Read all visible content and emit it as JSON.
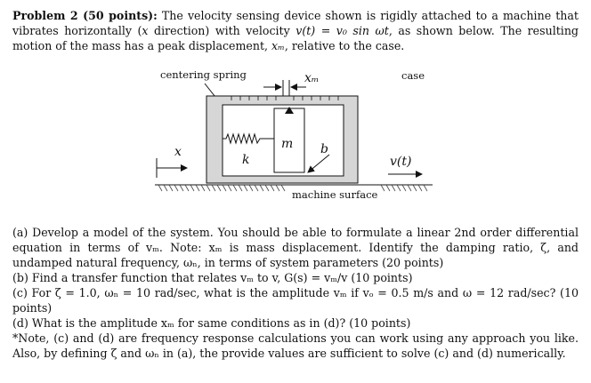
{
  "problem": {
    "heading": "Problem 2 (50 points):",
    "statement_a": " The velocity sensing device shown is rigidly attached to a machine that vibrates horizontally (",
    "x_var": "x",
    "statement_b": " direction) with velocity ",
    "velocity_expr": "v(t) = v₀ sin ωt",
    "statement_c": ", as shown below. The resulting motion of the mass has a peak displacement, ",
    "xm_var": "xₘ",
    "statement_d": ", relative to the case."
  },
  "figure": {
    "label_centering_spring": "centering spring",
    "label_xm": "xₘ",
    "label_case": "case",
    "label_x": "x",
    "label_m": "m",
    "label_k": "k",
    "label_b": "b",
    "label_vt": "v(t)",
    "label_machine_surface": "machine surface"
  },
  "questions": {
    "a": "(a) Develop a model of the system. You should be able to formulate a linear 2nd order differential equation in terms of vₘ. Note: xₘ is mass displacement. Identify the damping ratio, ζ, and undamped natural frequency, ωₙ, in terms of system parameters (20 points)",
    "b": "(b) Find a transfer function that relates vₘ to v, G(s) = vₘ/v (10 points)",
    "c": "(c) For ζ = 1.0, ωₙ = 10 rad/sec, what is the amplitude vₘ if vₒ = 0.5 m/s and ω = 12 rad/sec? (10 points)",
    "d": "(d) What is the amplitude xₘ for same conditions as in (d)? (10 points)",
    "note": "*Note, (c) and (d) are frequency response calculations you can work using any approach you like. Also, by defining ζ and ωₙ in (a), the provide values are sufficient to solve (c) and (d) numerically."
  }
}
